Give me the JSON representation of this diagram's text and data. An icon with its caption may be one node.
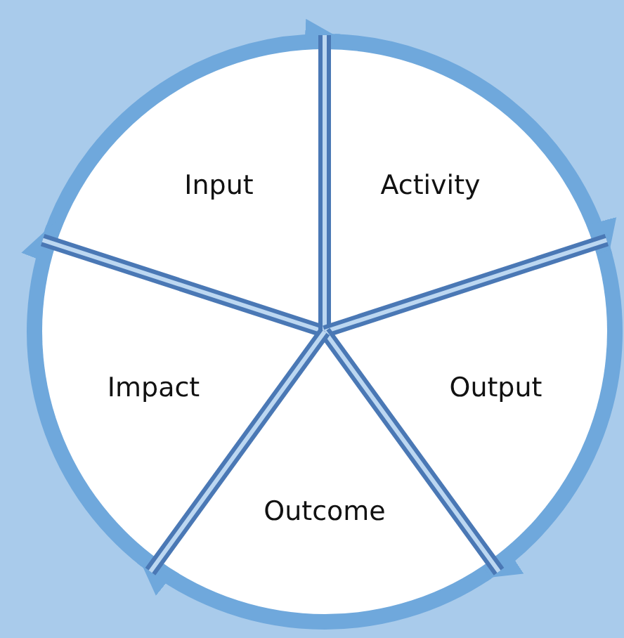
{
  "diagram": {
    "nodes": [
      {
        "text": [
          "Input"
        ]
      },
      {
        "text": [
          "Activity"
        ]
      },
      {
        "text": [
          "Output"
        ]
      },
      {
        "text": [
          "Outcome"
        ]
      },
      {
        "text": [
          "Impact"
        ]
      }
    ],
    "edges": [
      {
        "from": 0,
        "to": 1,
        "arrow": "to"
      },
      {
        "from": 1,
        "to": 2,
        "arrow": "to"
      },
      {
        "from": 2,
        "to": 3,
        "arrow": "to"
      },
      {
        "from": 3,
        "to": 4,
        "arrow": "to"
      },
      {
        "from": 4,
        "to": 0,
        "arrow": "to"
      }
    ]
  }
}
